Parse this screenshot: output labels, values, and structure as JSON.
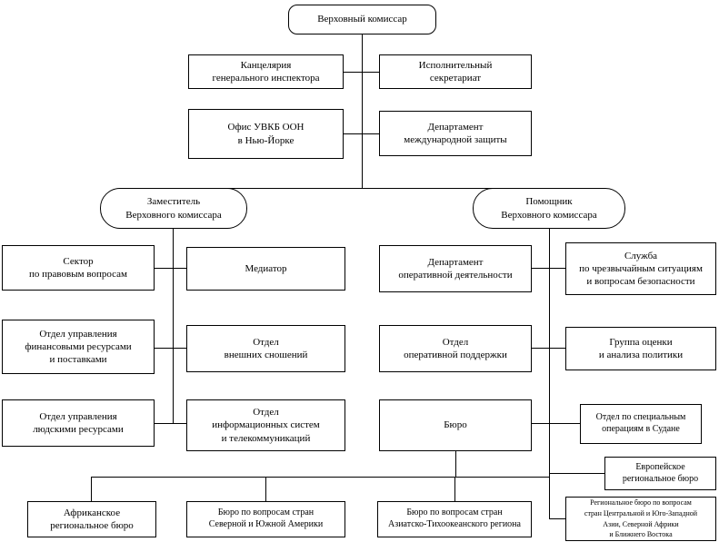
{
  "diagram": {
    "type": "org-chart",
    "language": "ru",
    "nodes": {
      "high_commissioner": {
        "label": "Верховный комиссар"
      },
      "inspector_general": {
        "label": "Канцелярия\nгенерального инспектора"
      },
      "executive_secretariat": {
        "label": "Исполнительный\nсекретариат"
      },
      "ny_office": {
        "label": "Офис УВКБ ООН\nв Нью-Йорке"
      },
      "intl_protection": {
        "label": "Департамент\nмеждународной защиты"
      },
      "deputy": {
        "label": "Заместитель\nВерховного комиссара"
      },
      "assistant": {
        "label": "Помощник\nВерховного комиссара"
      },
      "legal": {
        "label": "Сектор\nпо правовым вопросам"
      },
      "mediator": {
        "label": "Медиатор"
      },
      "finance": {
        "label": "Отдел управления\nфинансовыми ресурсами\nи поставками"
      },
      "external_relations": {
        "label": "Отдел\nвнешних сношений"
      },
      "human_resources": {
        "label": "Отдел управления\nлюдскими ресурсами"
      },
      "it_systems": {
        "label": "Отдел\nинформационных систем\nи телекоммуникаций"
      },
      "operations_dept": {
        "label": "Департамент\nоперативной деятельности"
      },
      "emergency_service": {
        "label": "Служба\nпо чрезвычайным ситуациям\nи вопросам безопасности"
      },
      "operational_support": {
        "label": "Отдел\nоперативной поддержки"
      },
      "policy_analysis": {
        "label": "Группа оценки\nи анализа политики"
      },
      "bureau": {
        "label": "Бюро"
      },
      "sudan_ops": {
        "label": "Отдел по специальным\nоперациям в Судане"
      },
      "europe_bureau": {
        "label": "Европейское\nрегиональное бюро"
      },
      "central_asia_bureau": {
        "label": "Региональное бюро по вопросам\nстран Центральной и Юго-Западной\nАзии, Северной Африки\nи Ближнего Востока"
      },
      "africa_bureau": {
        "label": "Африканское\nрегиональное бюро"
      },
      "americas_bureau": {
        "label": "Бюро по вопросам стран\nСеверной и Южной Америки"
      },
      "asia_pacific_bureau": {
        "label": "Бюро по вопросам стран\nАзиатско-Тихоокеанского региона"
      }
    }
  }
}
